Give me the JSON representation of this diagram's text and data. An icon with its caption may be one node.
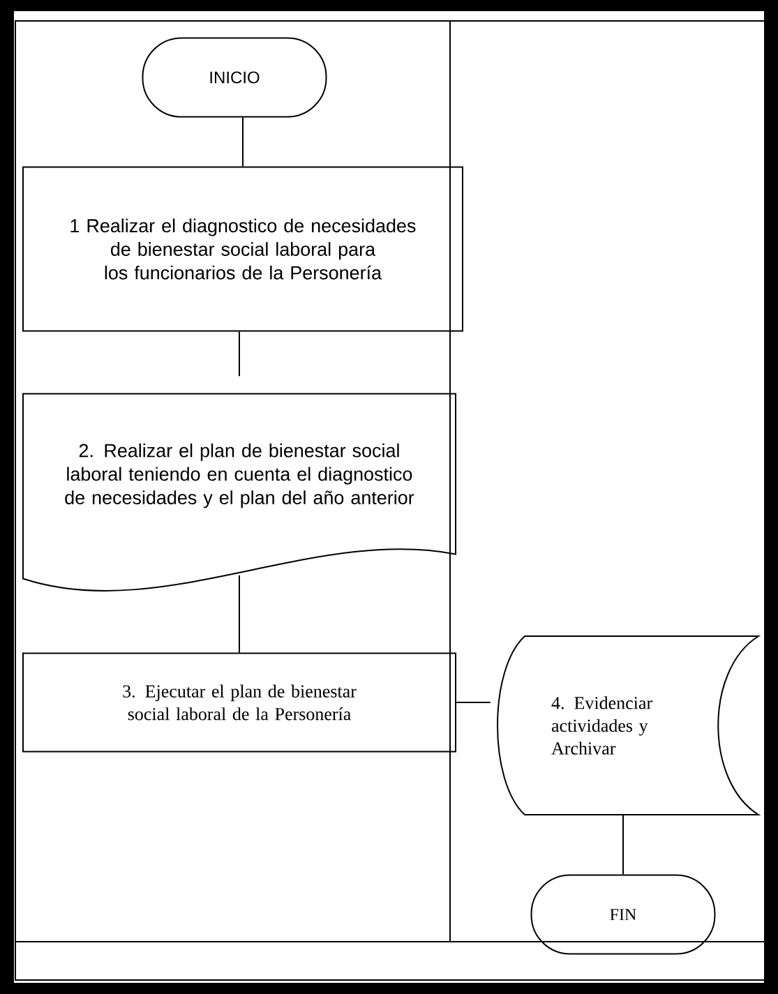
{
  "diagram": {
    "nodes": [
      {
        "text": [
          "INICIO"
        ]
      },
      {
        "text": [
          "1 Realizar el diagnostico de necesidades de bienestar social laboral para los funcionarios de la Personería"
        ]
      },
      {
        "text": [
          "2. Realizar el plan de bienestar social laboral teniendo en cuenta el diagnostico de necesidades y el plan del año anterior"
        ]
      },
      {
        "text": [
          "3. Ejecutar el plan de bienestar social laboral de la Personería"
        ]
      },
      {
        "text": [
          "4. Evidenciar actividades y Archivar"
        ]
      },
      {
        "text": [
          "FIN"
        ]
      }
    ],
    "edges": [
      {
        "from": 0,
        "to": 1,
        "arrow": "none"
      },
      {
        "from": 1,
        "to": 2,
        "arrow": "none"
      },
      {
        "from": 2,
        "to": 3,
        "arrow": "none"
      },
      {
        "from": 3,
        "to": 4,
        "arrow": "none"
      },
      {
        "from": 4,
        "to": 5,
        "arrow": "none"
      }
    ]
  }
}
